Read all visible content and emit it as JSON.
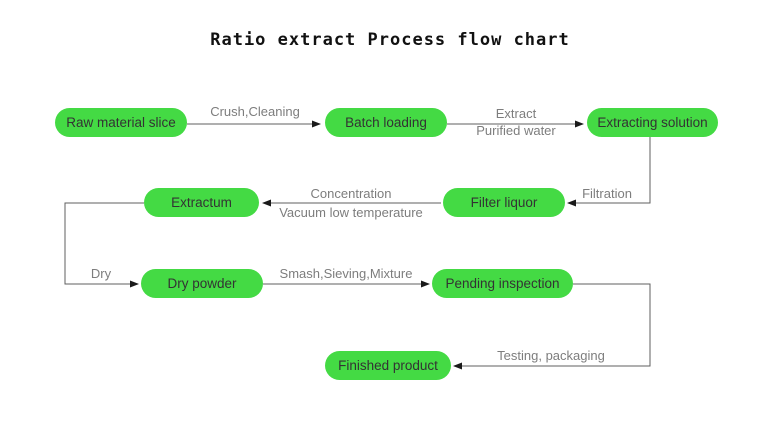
{
  "title": "Ratio extract Process flow chart",
  "colors": {
    "node_fill": "#44da44",
    "node_text": "#333333",
    "line": "#5f5f5f",
    "arrowhead": "#1a1a1a",
    "edge_label": "#7d7d7d",
    "title_text": "#111111",
    "background": "#ffffff"
  },
  "nodes": [
    {
      "label": "Raw material slice"
    },
    {
      "label": "Batch loading"
    },
    {
      "label": "Extracting solution"
    },
    {
      "label": "Extractum"
    },
    {
      "label": "Filter liquor"
    },
    {
      "label": "Dry powder"
    },
    {
      "label": "Pending inspection"
    },
    {
      "label": "Finished product"
    }
  ],
  "edges": [
    {
      "label": "Crush,Cleaning"
    },
    {
      "label_top": "Extract",
      "label_bottom": "Purified water"
    },
    {
      "label": "Filtration"
    },
    {
      "label_top": "Concentration",
      "label_bottom": "Vacuum low temperature"
    },
    {
      "label": "Dry"
    },
    {
      "label": "Smash,Sieving,Mixture"
    },
    {
      "label": "Testing, packaging"
    }
  ]
}
